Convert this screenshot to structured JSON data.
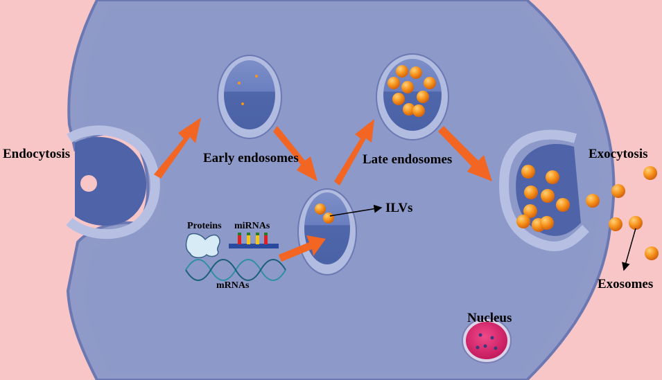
{
  "labels": {
    "endocytosis": "Endocytosis",
    "early_endosomes": "Early endosomes",
    "late_endosomes": "Late endosomes",
    "ilvs": "ILVs",
    "exocytosis": "Exocytosis",
    "exosomes": "Exosomes",
    "nucleus": "Nucleus",
    "proteins": "Proteins",
    "mirnas": "miRNAs",
    "mrnas": "mRNAs"
  },
  "colors": {
    "background": "#f9c6c8",
    "cell": "#8e98c8",
    "cell_border": "#6f7bb5",
    "vesicle_inner": "#5a6fb0",
    "arrow": "#f26522",
    "exosome": "#f7941d",
    "nucleus": "#e0266e"
  }
}
